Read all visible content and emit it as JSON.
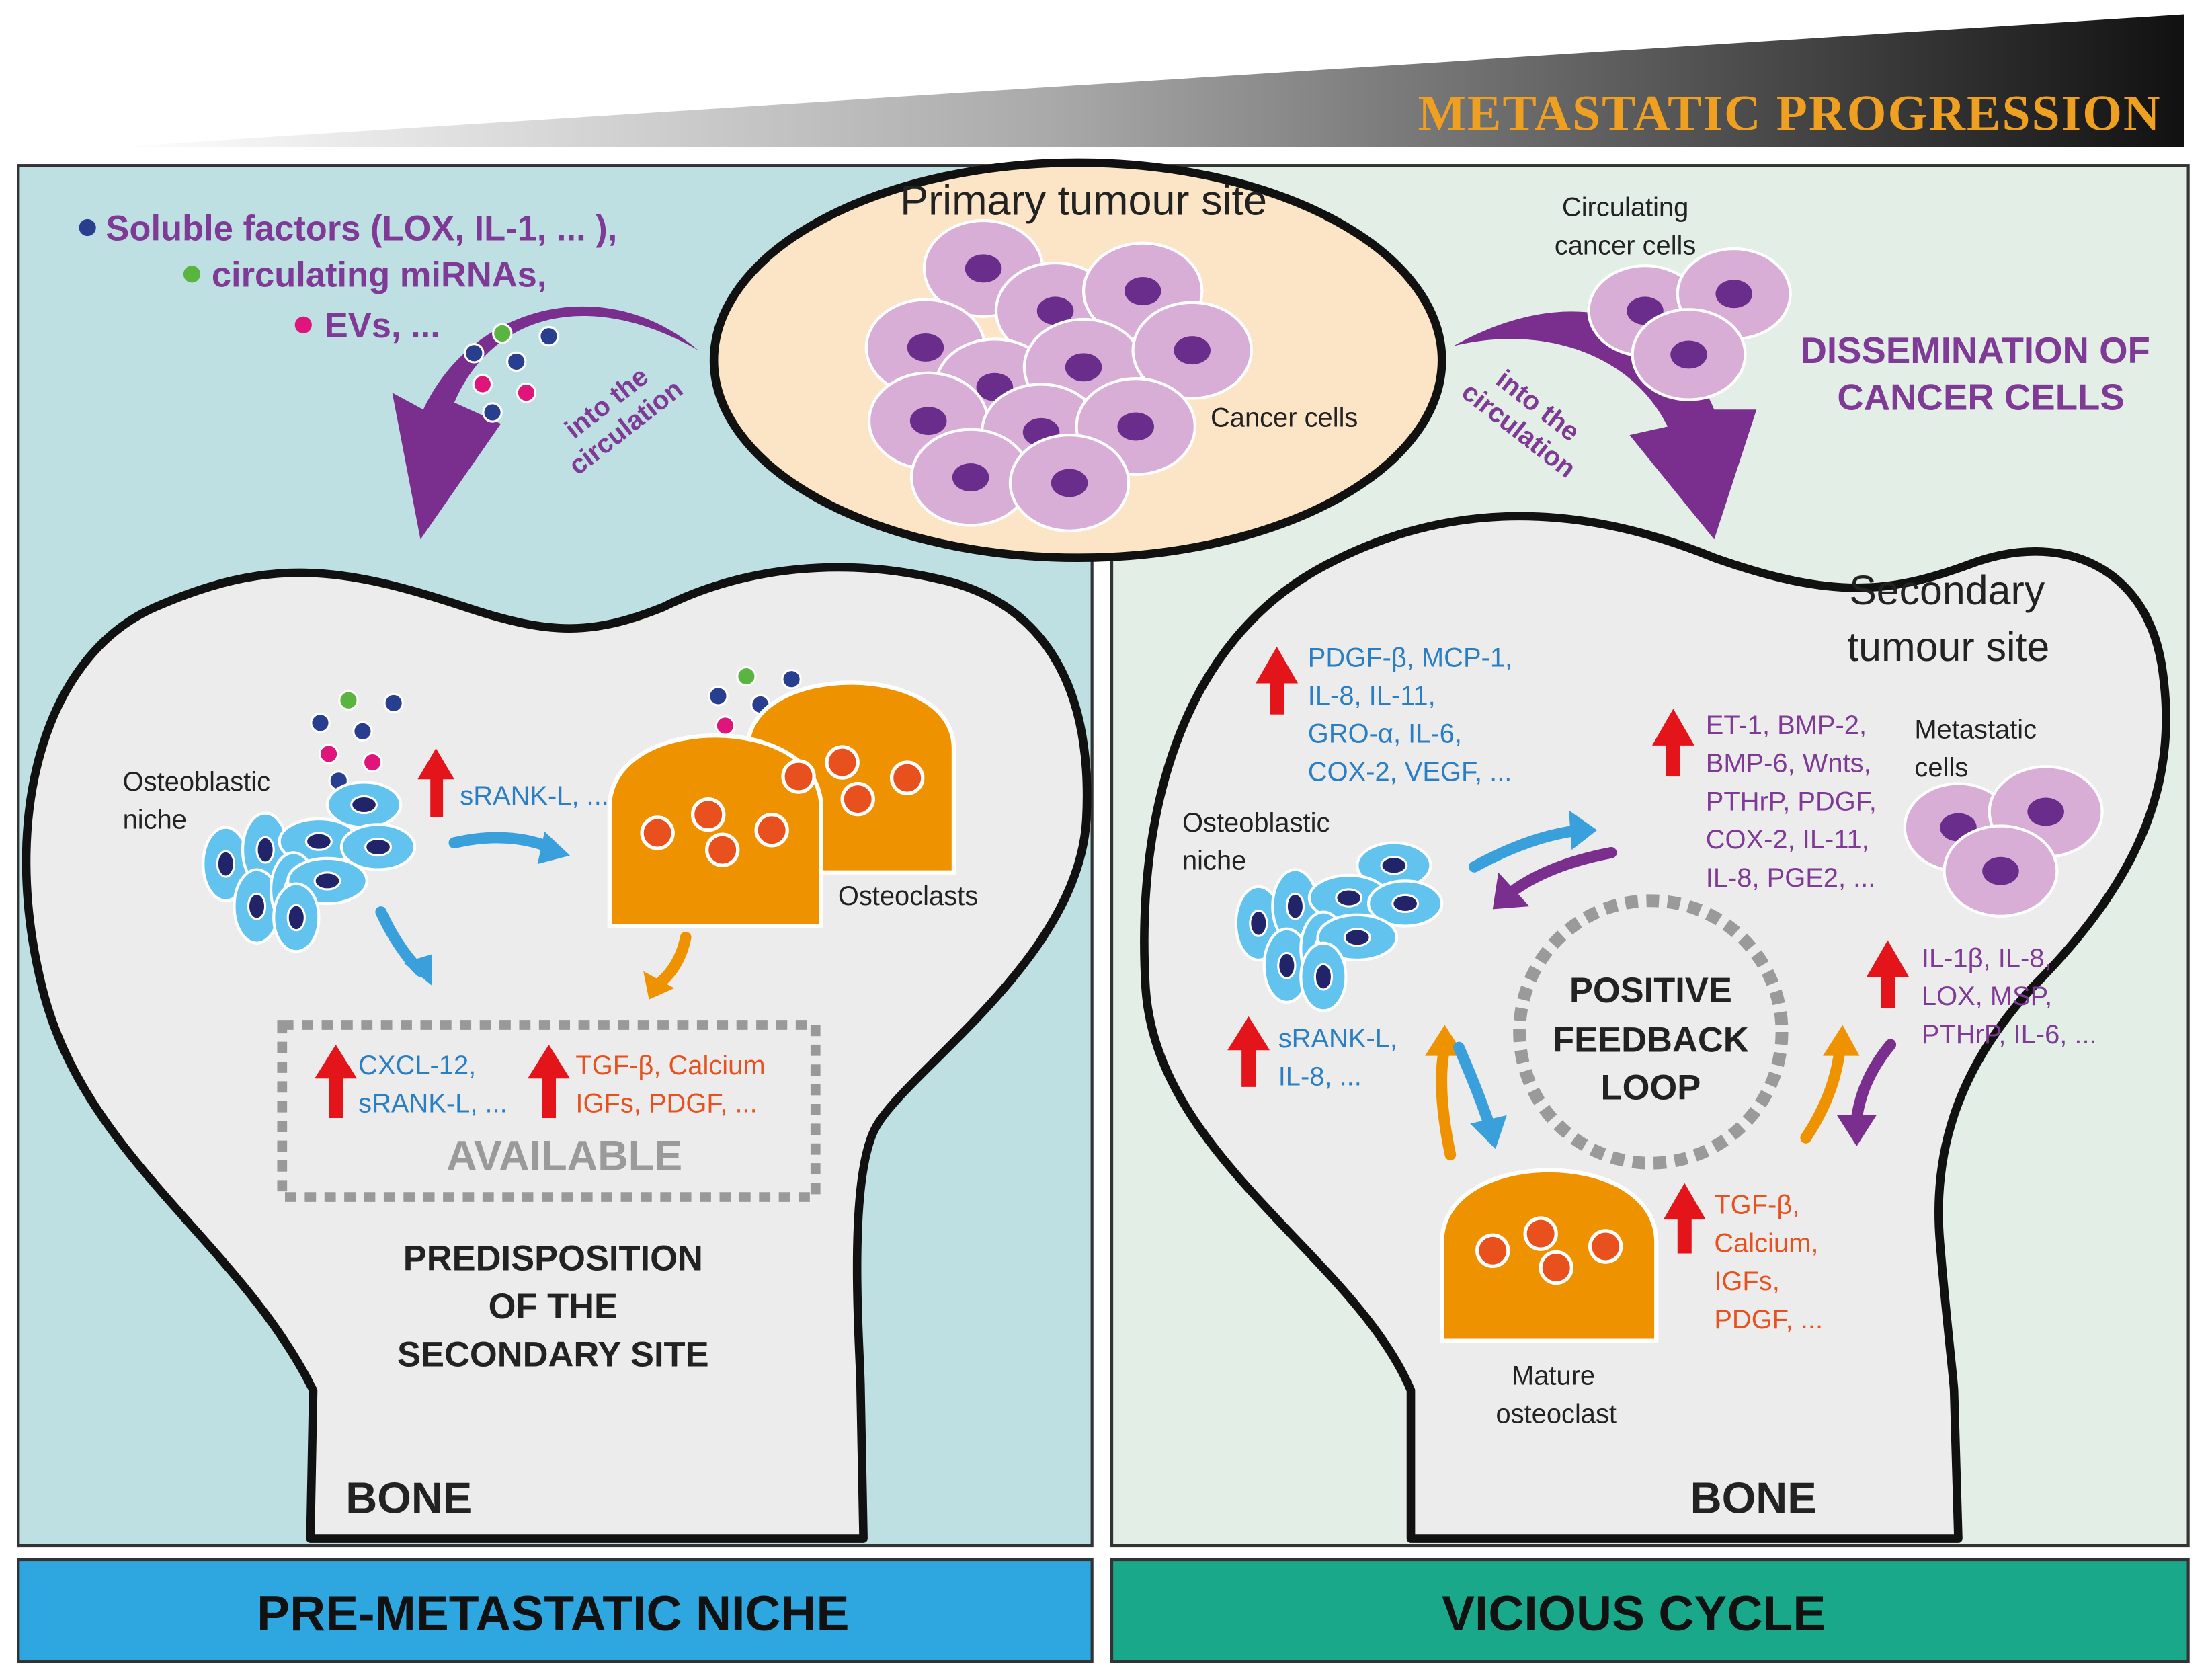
{
  "header": {
    "title": "METASTATIC PROGRESSION"
  },
  "left_panel": {
    "factors": [
      "Soluble factors (LOX,  IL-1, ... ),",
      "circulating miRNAs,",
      "EVs, ..."
    ],
    "circulation_arrow": [
      "into the",
      "circulation"
    ],
    "osteoblastic_niche": [
      "Osteoblastic",
      "niche"
    ],
    "srankl": "sRANK-L, ...",
    "osteoclasts": "Osteoclasts",
    "available_box": {
      "blue": [
        "CXCL-12,",
        "sRANK-L, ..."
      ],
      "orange": [
        "TGF-β, Calcium",
        "IGFs, PDGF, ..."
      ],
      "label": "AVAILABLE"
    },
    "predisposition": [
      "PREDISPOSITION",
      "OF THE",
      "SECONDARY SITE"
    ],
    "bone": "BONE",
    "footer": "PRE-METASTATIC NICHE"
  },
  "center": {
    "primary_site": "Primary tumour site",
    "cancer_cells": "Cancer cells"
  },
  "right_panel": {
    "circulating": [
      "Circulating",
      "cancer cells"
    ],
    "dissemination": [
      "DISSEMINATION OF",
      "CANCER CELLS"
    ],
    "circulation_arrow": [
      "into the",
      "circulation"
    ],
    "secondary_site": [
      "Secondary",
      "tumour site"
    ],
    "ob_factors": [
      "PDGF-β, MCP-1,",
      "IL-8, IL-11,",
      "GRO-α, IL-6,",
      "COX-2, VEGF, ..."
    ],
    "met_factors": [
      "ET-1, BMP-2,",
      "BMP-6, Wnts,",
      "PTHrP, PDGF,",
      "COX-2, IL-11,",
      "IL-8, PGE2, ..."
    ],
    "metastatic_cells": [
      "Metastatic",
      "cells"
    ],
    "osteoblastic_niche": [
      "Osteoblastic",
      "niche"
    ],
    "il_factors": [
      "IL-1β, IL-8,",
      "LOX, MSP,",
      "PTHrP, IL-6, ..."
    ],
    "feedback": [
      "POSITIVE",
      "FEEDBACK",
      "LOOP"
    ],
    "srankl": [
      "sRANK-L,",
      "IL-8, ..."
    ],
    "tgf_factors": [
      "TGF-β,",
      "Calcium,",
      "IGFs,",
      "PDGF, ..."
    ],
    "mature_osteoclast": [
      "Mature",
      "osteoclast"
    ],
    "bone": "BONE",
    "footer": "VICIOUS CYCLE"
  },
  "colors": {
    "left_bg": "#bfe0e3",
    "right_bg": "#e2eee6",
    "bone_fill": "#ececec",
    "cancer_cell": "#d8aed6",
    "cancer_nucleus": "#6a2d8c",
    "osteoblast": "#62c3ee",
    "osteoclast": "#ef9200",
    "purple_text": "#7f3a96",
    "blue_text": "#2a7fc4",
    "orange_text": "#e8501e",
    "up_arrow": "#e3141a",
    "footer_left": "#2ea6df",
    "footer_right": "#1aa88a"
  }
}
